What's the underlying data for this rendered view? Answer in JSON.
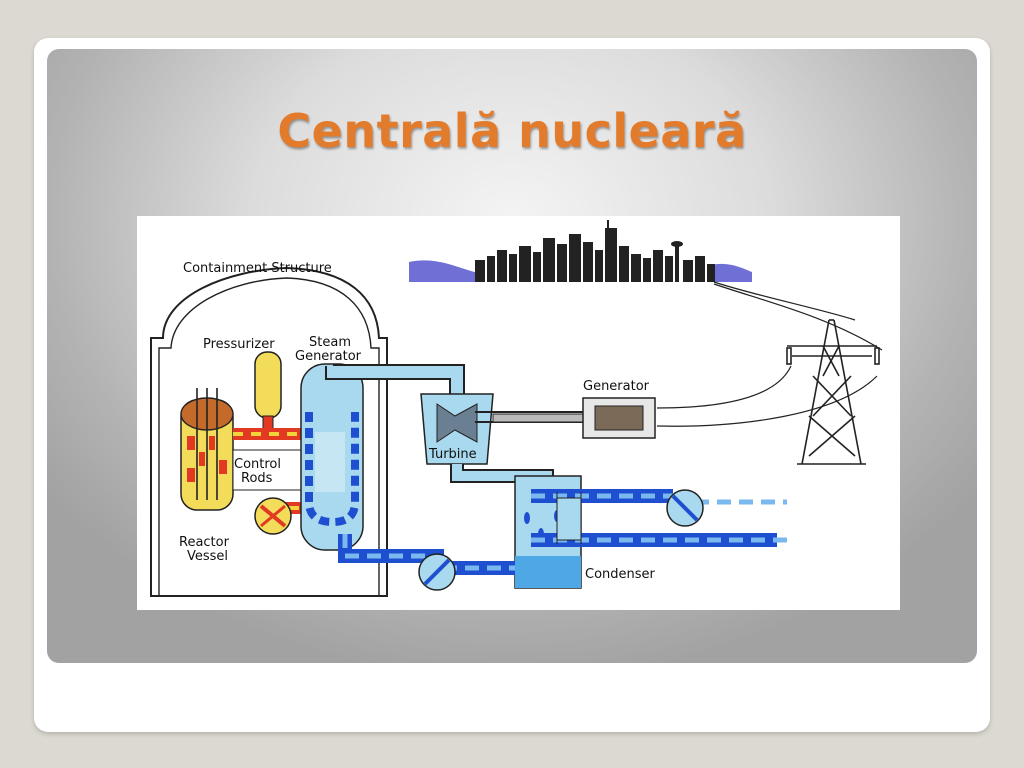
{
  "slide": {
    "title": "Centrală nucleară"
  },
  "diagram": {
    "labels": {
      "containment": "Containment Structure",
      "pressurizer": "Pressurizer",
      "steam_generator_1": "Steam",
      "steam_generator_2": "Generator",
      "control_rods_1": "Control",
      "control_rods_2": "Rods",
      "reactor_vessel_1": "Reactor",
      "reactor_vessel_2": "Vessel",
      "turbine": "Turbine",
      "generator": "Generator",
      "condenser": "Condenser"
    },
    "colors": {
      "title": "#e27b2c",
      "hot_loop": "#e23a22",
      "hot_loop_dash": "#f2d43a",
      "steam": "#a9d9ef",
      "cold_water": "#1d4fd0",
      "skyline": "#222222",
      "skyline_hills": "#6f6fd6"
    }
  }
}
